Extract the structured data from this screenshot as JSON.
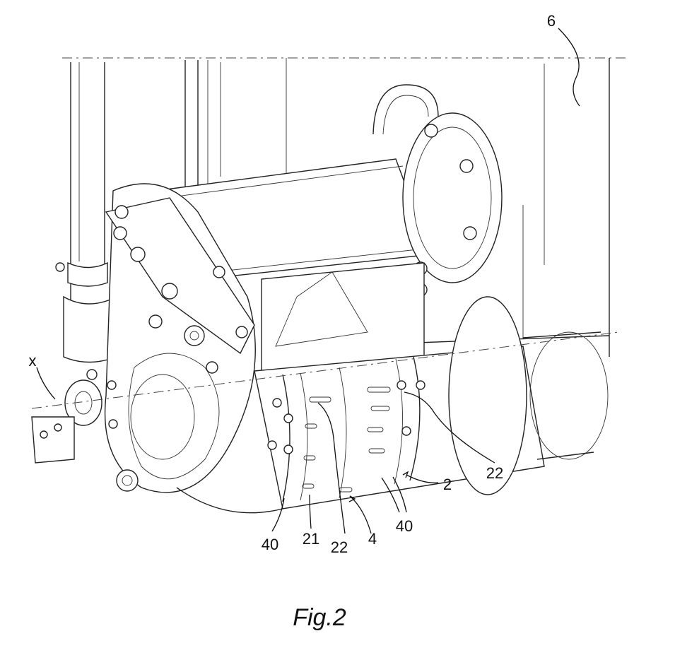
{
  "figure": {
    "caption": "Fig.2",
    "reference_labels": {
      "frame": "6",
      "axis": "x",
      "housing": "2",
      "slots_right": "22",
      "slots_bottom": "22",
      "sleeve": "21",
      "cover": "4",
      "fasteners_left": "40",
      "fasteners_right": "40"
    }
  }
}
